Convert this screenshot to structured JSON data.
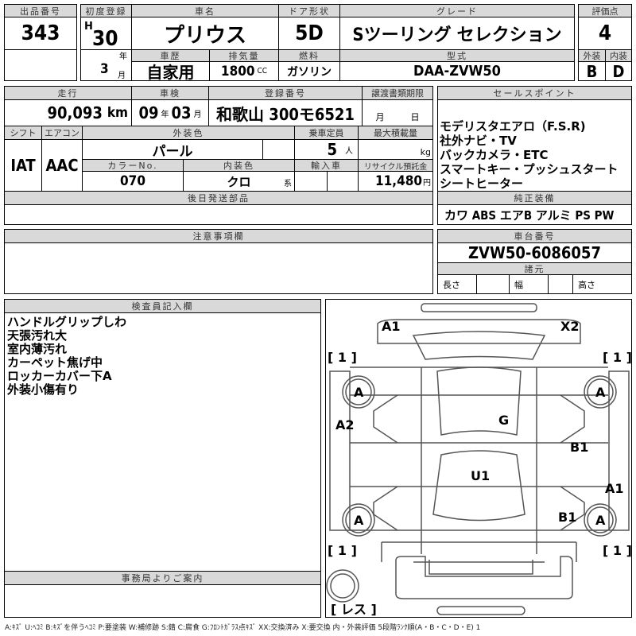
{
  "lot": {
    "label": "出品番号",
    "value": "343"
  },
  "first_reg": {
    "label": "初度登録",
    "era": "H",
    "year": "30",
    "year_unit": "年",
    "month": "3",
    "month_unit": "月"
  },
  "car_name": {
    "label": "車名",
    "value": "プリウス"
  },
  "door": {
    "label": "ドア形状",
    "value": "5D"
  },
  "grade": {
    "label": "グレード",
    "value": "Sツーリング セレクション"
  },
  "score": {
    "label": "評価点",
    "value": "4",
    "ext_label": "外装",
    "int_label": "内装",
    "ext": "B",
    "int": "D"
  },
  "history": {
    "label": "車歴",
    "value": "自家用"
  },
  "displacement": {
    "label": "排気量",
    "value": "1800",
    "unit": "CC"
  },
  "fuel": {
    "label": "燃料",
    "value": "ガソリン"
  },
  "model": {
    "label": "型式",
    "value": "DAA-ZVW50"
  },
  "mileage": {
    "label": "走行",
    "value": "90,093",
    "unit": "km"
  },
  "inspection": {
    "label": "車検",
    "year": "09",
    "year_unit": "年",
    "month": "03",
    "month_unit": "月"
  },
  "reg_no": {
    "label": "登録番号",
    "value": "和歌山 300モ6521"
  },
  "transfer": {
    "label": "譲渡書類期限",
    "month_unit": "月",
    "day_unit": "日"
  },
  "shift": {
    "label": "シフト",
    "value": "IAT"
  },
  "ac": {
    "label": "エアコン",
    "value": "AAC"
  },
  "ext_color": {
    "label": "外装色",
    "value": "パール"
  },
  "capacity": {
    "label": "乗車定員",
    "value": "5",
    "unit": "人"
  },
  "max_load": {
    "label": "最大積載量",
    "unit": "kg"
  },
  "color_no": {
    "label": "カラーNo.",
    "value": "070"
  },
  "int_color": {
    "label": "内装色",
    "value": "クロ",
    "unit": "系"
  },
  "import": {
    "label": "輸入車"
  },
  "recycle": {
    "label": "リサイクル預託金",
    "value": "11,480",
    "unit": "円"
  },
  "later_parts": {
    "label": "後日発送部品"
  },
  "sales": {
    "label": "セールスポイント",
    "items": [
      "モデリスタエアロ（F.S.R)",
      "社外ナビ・TV",
      "バックカメラ・ETC",
      "スマートキー・プッシュスタート",
      "シートヒーター"
    ]
  },
  "equipment": {
    "label": "純正装備",
    "value": "カワ ABS エアB アルミ PS PW"
  },
  "notes": {
    "label": "注意事項欄"
  },
  "chassis": {
    "label": "車台番号",
    "value": "ZVW50-6086057",
    "spec_label": "諸元",
    "length": "長さ",
    "width": "幅",
    "height": "高さ"
  },
  "inspector": {
    "label": "検査員記入欄",
    "items": [
      "ハンドルグリップしわ",
      "天張汚れ大",
      "室内薄汚れ",
      "カーペット焦げ中",
      "ロッカーカバー下A",
      "外装小傷有り"
    ]
  },
  "office": {
    "label": "事務局よりご案内"
  },
  "diagram": {
    "marks": [
      "A1",
      "X2",
      "[ 1 ]",
      "[ 1 ]",
      "A",
      "A",
      "A2",
      "G",
      "B1",
      "U1",
      "A1",
      "A",
      "B1",
      "A",
      "[ 1 ]",
      "[ 1 ]",
      "[ レス ]"
    ]
  },
  "legend": "A:ｷｽﾞ U:ﾍｺﾐ B:ｷｽﾞを伴うﾍｺﾐ P:要塗装 W:補修跡 S:錆 C:腐食 G:ﾌﾛﾝﾄｶﾞﾗｽ点ｷｽﾞ XX:交換済み X:要交換  内・外装評価  5段階ﾗﾝｸ順(A・B・C・D・E) 1"
}
